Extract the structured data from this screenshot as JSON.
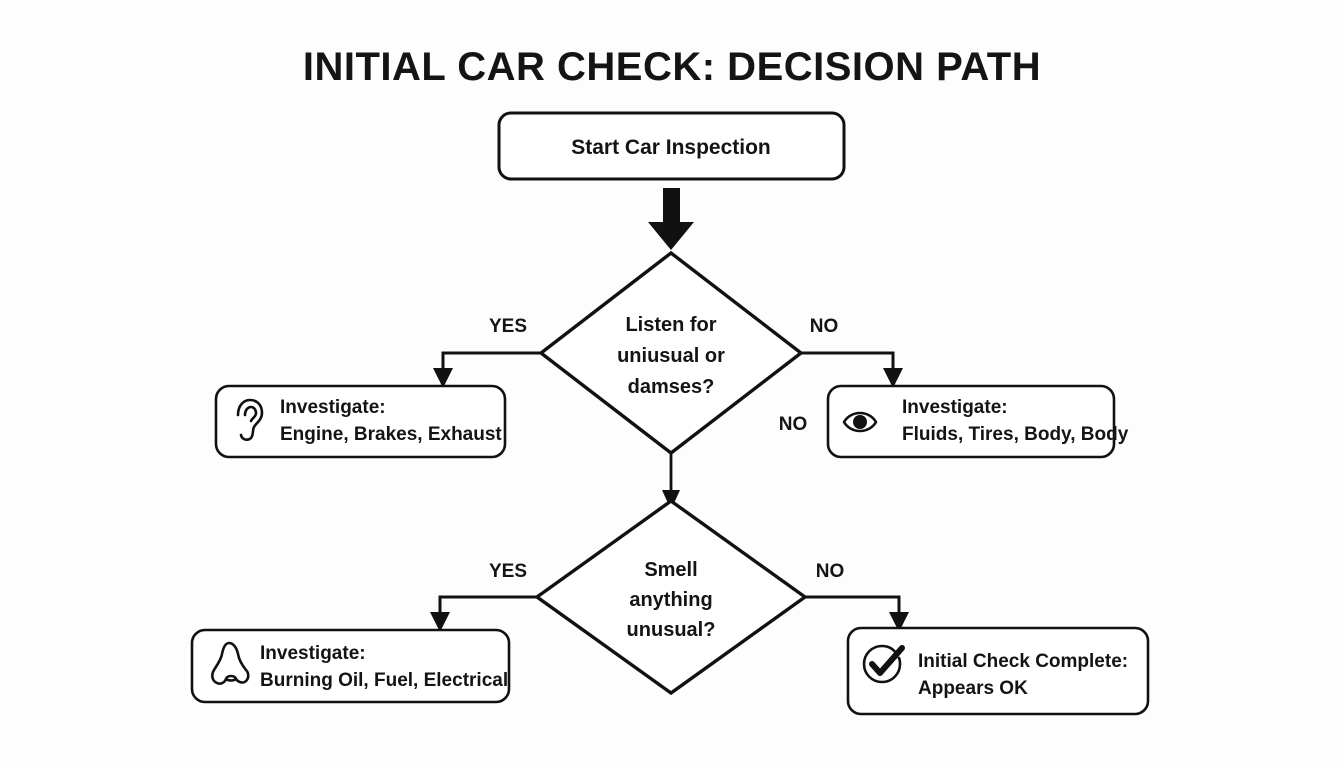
{
  "diagram": {
    "title": "INITIAL CAR CHECK: DECISION PATH",
    "background_color": "#fdfdfd",
    "line_color": "#111111",
    "text_color": "#141414",
    "nodes": {
      "start": {
        "label": "Start Car Inspection",
        "shape": "rounded-rectangle"
      },
      "decision_listen": {
        "shape": "diamond",
        "line1": "Listen for",
        "line2": "uniusual or",
        "line3": "damses?"
      },
      "investigate_listen": {
        "shape": "rounded-rectangle",
        "icon": "ear-icon",
        "line1": "Investigate:",
        "line2": "Engine, Brakes, Exhaust"
      },
      "investigate_look": {
        "shape": "rounded-rectangle",
        "icon": "eye-icon",
        "line1": "Investigate:",
        "line2": "Fluids, Tires, Body, Body"
      },
      "decision_smell": {
        "shape": "diamond",
        "line1": "Smell",
        "line2": "anything",
        "line3": "unusual?"
      },
      "investigate_smell": {
        "shape": "rounded-rectangle",
        "icon": "nose-icon",
        "line1": "Investigate:",
        "line2": "Burning Oil, Fuel, Electrical"
      },
      "complete": {
        "shape": "rounded-rectangle",
        "icon": "check-circle-icon",
        "line1": "Initial Check Complete:",
        "line2": "Appears OK"
      }
    },
    "edges": {
      "listen_yes": "YES",
      "listen_no": "NO",
      "listen_no_secondary": "NO",
      "smell_yes": "YES",
      "smell_no": "NO"
    }
  }
}
